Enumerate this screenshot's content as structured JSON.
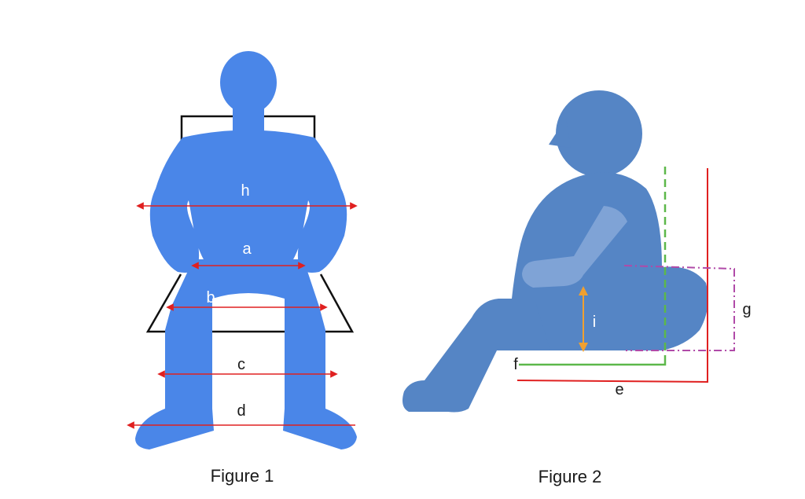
{
  "figure1": {
    "caption": "Figure 1",
    "labels": {
      "h": "h",
      "a": "a",
      "b": "b",
      "c": "c",
      "d": "d"
    }
  },
  "figure2": {
    "caption": "Figure 2",
    "labels": {
      "f": "f",
      "e": "e",
      "g": "g",
      "i": "i"
    }
  },
  "colors": {
    "fig1_body": "#4A86E8",
    "fig2_body": "#5585C5",
    "fig2_arm": "#7FA3D6",
    "measure_red": "#E02020",
    "measure_green": "#5DB84A",
    "measure_magenta": "#B04AA8",
    "measure_orange": "#F0A030",
    "chair_line": "#111111"
  }
}
